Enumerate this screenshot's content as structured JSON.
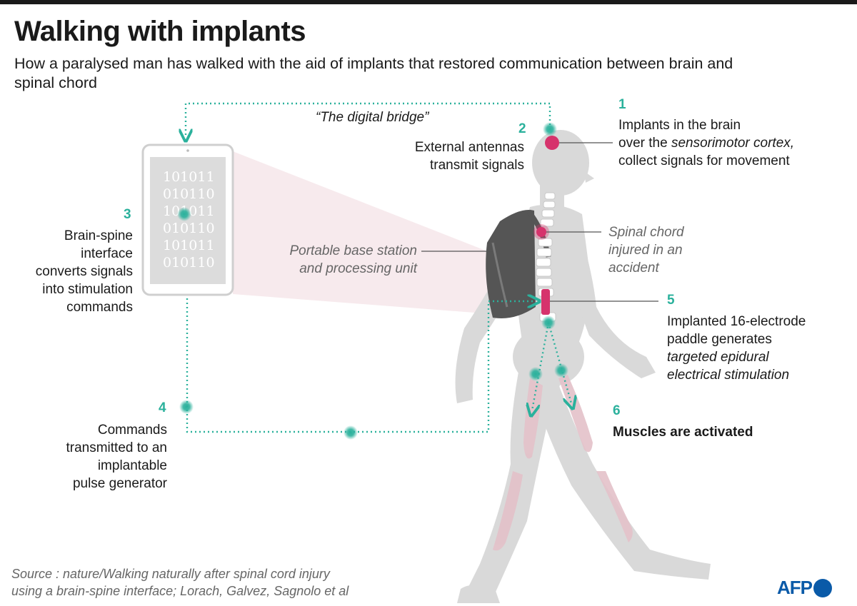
{
  "header": {
    "title": "Walking with implants",
    "subtitle": "How a paralysed man has walked with the aid of implants that restored communication between brain and spinal chord"
  },
  "bridge_label": "“The digital bridge”",
  "steps": {
    "s1": {
      "num": "1",
      "line1": "Implants in the brain",
      "line2_pre": "over the ",
      "line2_em": "sensorimotor cortex,",
      "line3": "collect signals for movement"
    },
    "s2": {
      "num": "2",
      "line1": "External antennas",
      "line2": "transmit signals"
    },
    "s3": {
      "num": "3",
      "lines": [
        "Brain-spine",
        "interface",
        "converts signals",
        "into stimulation",
        "commands"
      ]
    },
    "s4": {
      "num": "4",
      "lines": [
        "Commands",
        "transmitted to an",
        "implantable",
        "pulse generator"
      ]
    },
    "s5": {
      "num": "5",
      "line1": "Implanted 16-electrode",
      "line2": "paddle generates",
      "line3": "targeted epidural",
      "line4": "electrical stimulation"
    },
    "s6": {
      "num": "6",
      "line1": "Muscles are activated"
    }
  },
  "labels": {
    "base_station": [
      "Portable base station",
      "and processing unit"
    ],
    "spinal_injury": [
      "Spinal chord",
      "injured in an",
      "accident"
    ]
  },
  "binary_rows": [
    "101011",
    "010110",
    "101011",
    "010110",
    "101011",
    "010110"
  ],
  "source": {
    "line1": "Source : nature/Walking naturally after spinal cord injury",
    "line2": "using a brain-spine interface; Lorach, Galvez, Sagnolo et al"
  },
  "logo": {
    "text": "AFP"
  },
  "colors": {
    "accent_teal": "#2bb19c",
    "implant_magenta": "#d6336c",
    "body_grey": "#d9d9d9",
    "backpack": "#555555",
    "logo_blue": "#0a5aa8"
  }
}
